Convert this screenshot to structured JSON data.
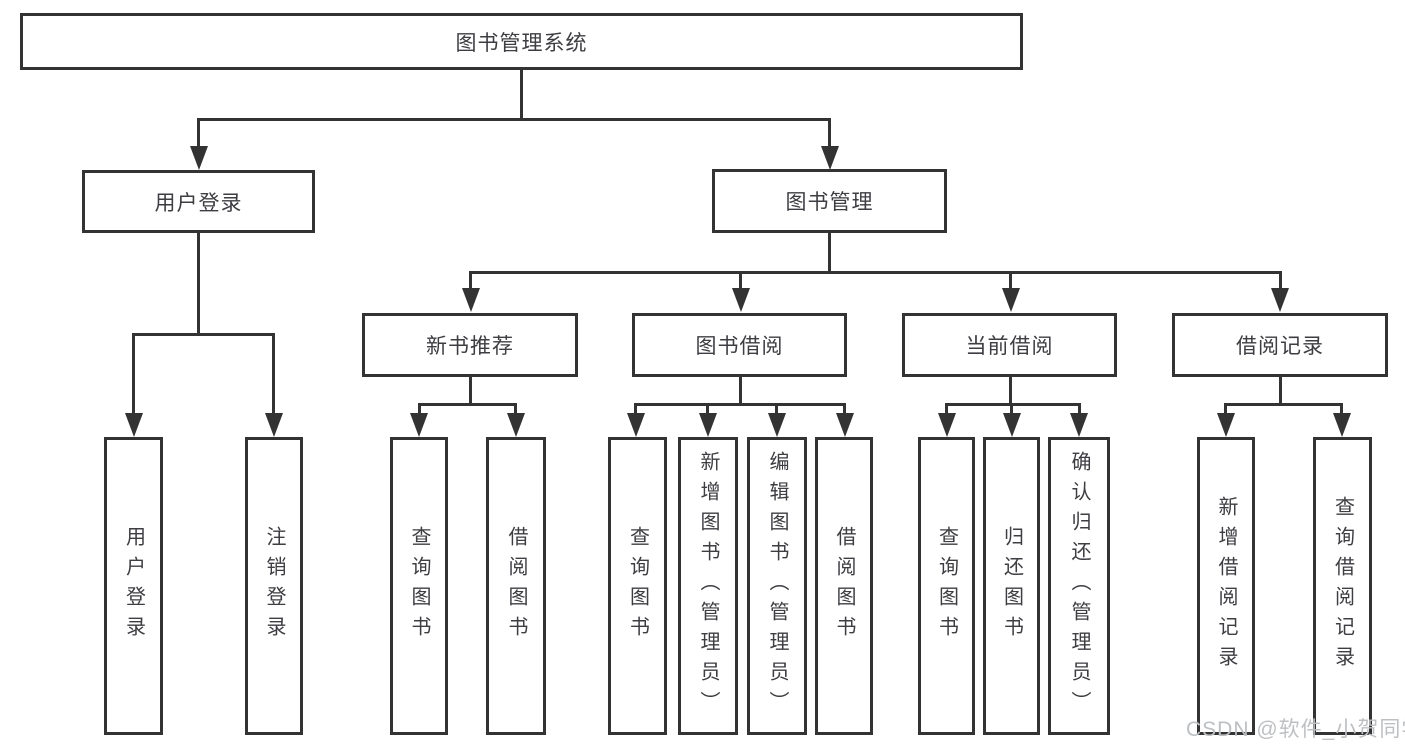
{
  "tree": {
    "label": "图书管理系统",
    "children": [
      {
        "label": "用户登录",
        "children": [
          {
            "label": "用户登录"
          },
          {
            "label": "注销登录"
          }
        ]
      },
      {
        "label": "图书管理",
        "children": [
          {
            "label": "新书推荐",
            "children": [
              {
                "label": "查询图书"
              },
              {
                "label": "借阅图书"
              }
            ]
          },
          {
            "label": "图书借阅",
            "children": [
              {
                "label": "查询图书"
              },
              {
                "label": "新增图书（管理员）"
              },
              {
                "label": "编辑图书（管理员）"
              },
              {
                "label": "借阅图书"
              }
            ]
          },
          {
            "label": "当前借阅",
            "children": [
              {
                "label": "查询图书"
              },
              {
                "label": "归还图书"
              },
              {
                "label": "确认归还（管理员）"
              }
            ]
          },
          {
            "label": "借阅记录",
            "children": [
              {
                "label": "新增借阅记录"
              },
              {
                "label": "查询借阅记录"
              }
            ]
          }
        ]
      }
    ]
  },
  "watermark": {
    "text": "CSDN @软件_小贺同学"
  },
  "colors": {
    "line": "#333333",
    "box_border": "#333333",
    "text": "#3d3d42",
    "watermark": "#bdc0c3",
    "background": "#ffffff"
  }
}
